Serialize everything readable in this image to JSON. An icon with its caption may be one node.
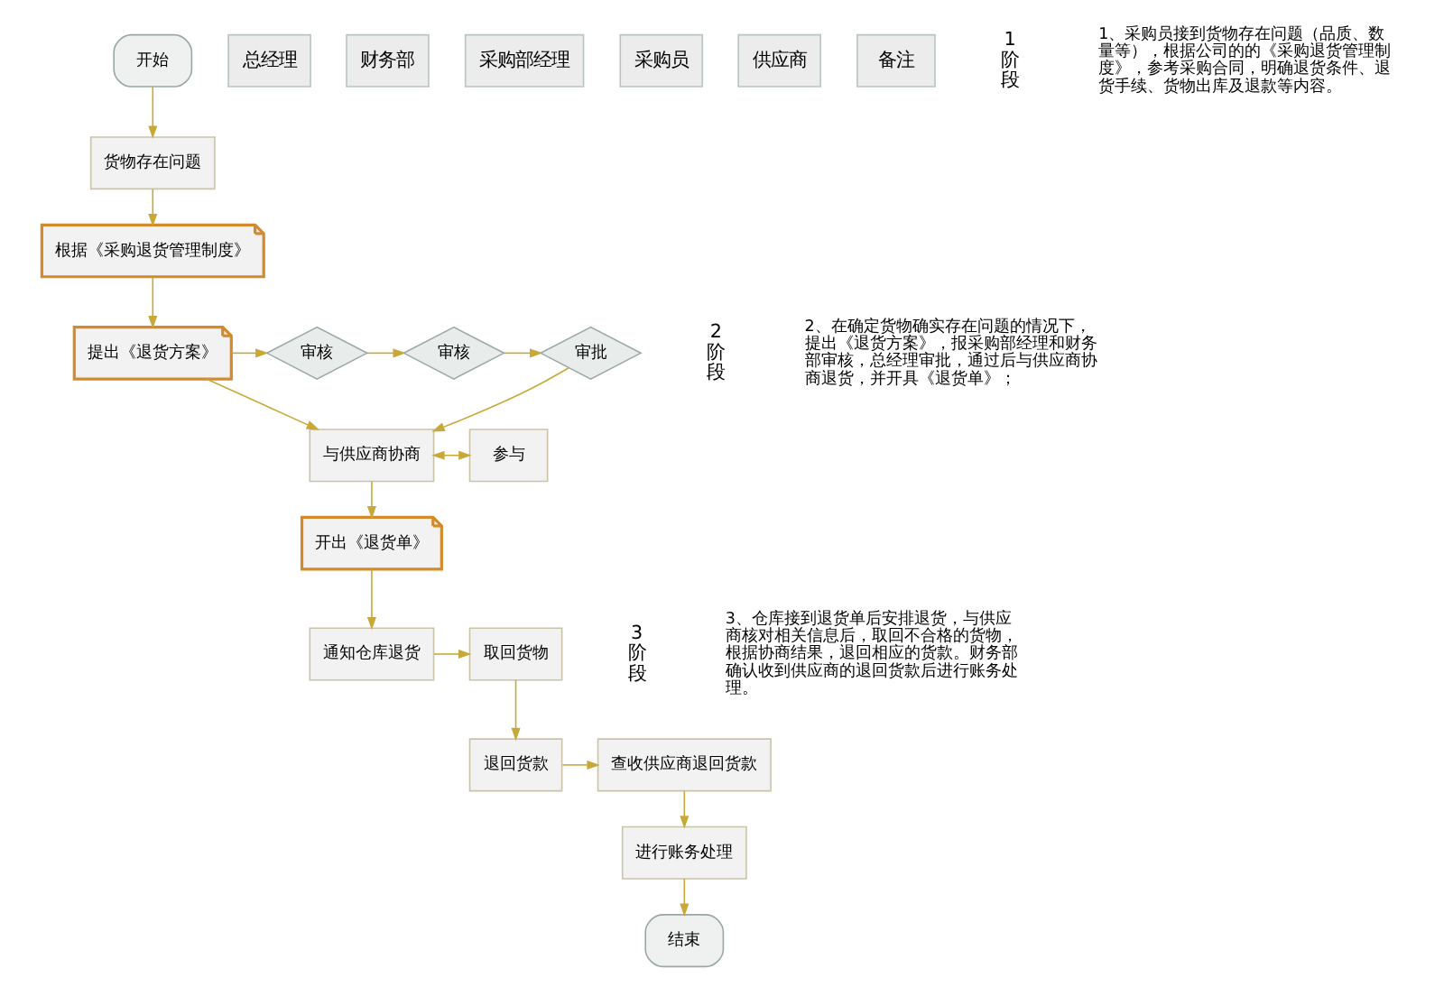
{
  "diagram": {
    "nodes": [
      {
        "text": [
          "开始"
        ]
      },
      {
        "text": [
          "货物存在问题"
        ]
      },
      {
        "text": [
          "根据《采购退货管理制度》"
        ]
      },
      {
        "text": [
          "提出《退货方案》"
        ]
      },
      {
        "text": [
          "审核"
        ]
      },
      {
        "text": [
          "审核"
        ]
      },
      {
        "text": [
          "审批"
        ]
      },
      {
        "text": [
          "与供应商协商"
        ]
      },
      {
        "text": [
          "参与"
        ]
      },
      {
        "text": [
          "开出《退货单》"
        ]
      },
      {
        "text": [
          "通知仓库退货"
        ]
      },
      {
        "text": [
          "取回货物"
        ]
      },
      {
        "text": [
          "退回货款"
        ]
      },
      {
        "text": [
          "查收供应商退回货款"
        ]
      },
      {
        "text": [
          "进行账务处理"
        ]
      },
      {
        "text": [
          "结束"
        ]
      }
    ],
    "edges": [
      {
        "from": 0,
        "to": 1,
        "arrow": "to"
      },
      {
        "from": 1,
        "to": 2,
        "arrow": "to"
      },
      {
        "from": 2,
        "to": 3,
        "arrow": "to"
      },
      {
        "from": 3,
        "to": 4,
        "arrow": "to"
      },
      {
        "from": 4,
        "to": 5,
        "arrow": "to"
      },
      {
        "from": 5,
        "to": 6,
        "arrow": "to"
      },
      {
        "from": 6,
        "to": 7,
        "arrow": "to"
      },
      {
        "from": 3,
        "to": 7,
        "arrow": "to"
      },
      {
        "from": 7,
        "to": 8,
        "arrow": "both"
      },
      {
        "from": 7,
        "to": 9,
        "arrow": "to"
      },
      {
        "from": 9,
        "to": 10,
        "arrow": "to"
      },
      {
        "from": 10,
        "to": 11,
        "arrow": "to"
      },
      {
        "from": 11,
        "to": 12,
        "arrow": "to"
      },
      {
        "from": 12,
        "to": 13,
        "arrow": "to"
      },
      {
        "from": 13,
        "to": 14,
        "arrow": "to"
      },
      {
        "from": 14,
        "to": 15,
        "arrow": "to"
      }
    ],
    "labels": [
      "总经理",
      "财务部",
      "采购部经理",
      "采购员",
      "供应商",
      "备注",
      "1阶段",
      "1、采购员接到货物存在问题（品质、数量等），根据公司的的《采购退货管理制度》，参考采购合同，明确退货条件、退货手续、货物出库及退款等内容。",
      "2阶段",
      "2、在确定货物确实存在问题的情况下，提出《退货方案》，报采购部经理和财务部审核，总经理审批，通过后与供应商协商退货，并开具《退货单》；",
      "3阶段",
      "3、仓库接到退货单后安排退货，与供应商核对相关信息后，取回不合格的货物，根据协商结果，退回相应的货款。财务部确认收到供应商的退回货款后进行账务处理。"
    ]
  }
}
